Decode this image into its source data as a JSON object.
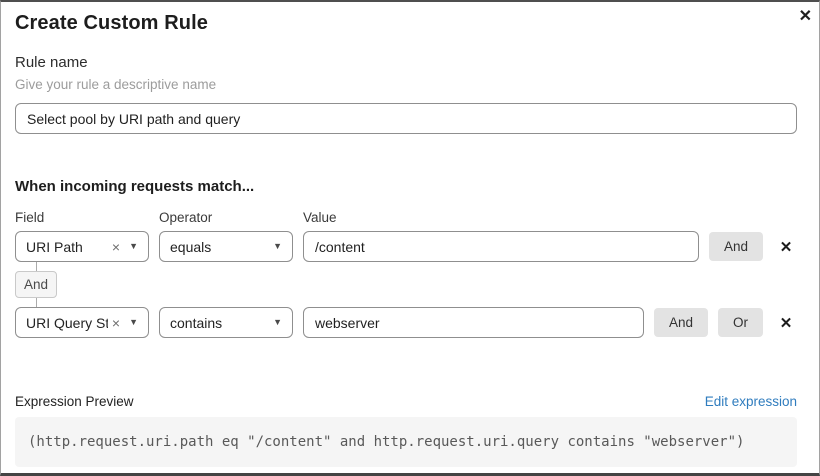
{
  "dialog": {
    "title": "Create Custom Rule",
    "close_icon": "✕"
  },
  "rule_name": {
    "label": "Rule name",
    "helper": "Give your rule a descriptive name",
    "value": "Select pool by URI path and query"
  },
  "matcher": {
    "heading": "When incoming requests match...",
    "columns": {
      "field": "Field",
      "operator": "Operator",
      "value": "Value"
    },
    "rows": [
      {
        "field": "URI Path",
        "operator": "equals",
        "value": "/content",
        "and_label": "And",
        "delete_icon": "✕"
      },
      {
        "field": "URI Query St...",
        "operator": "contains",
        "value": "webserver",
        "and_label": "And",
        "or_label": "Or",
        "delete_icon": "✕"
      }
    ],
    "connector_label": "And",
    "clear_icon": "×",
    "caret_icon": "▼"
  },
  "preview": {
    "label": "Expression Preview",
    "edit_link": "Edit expression",
    "expression": "(http.request.uri.path eq \"/content\" and http.request.uri.query contains \"webserver\")"
  },
  "colors": {
    "link_blue": "#2f7cbe",
    "button_gray": "#e3e3e3",
    "input_border": "#8f8f8f"
  }
}
